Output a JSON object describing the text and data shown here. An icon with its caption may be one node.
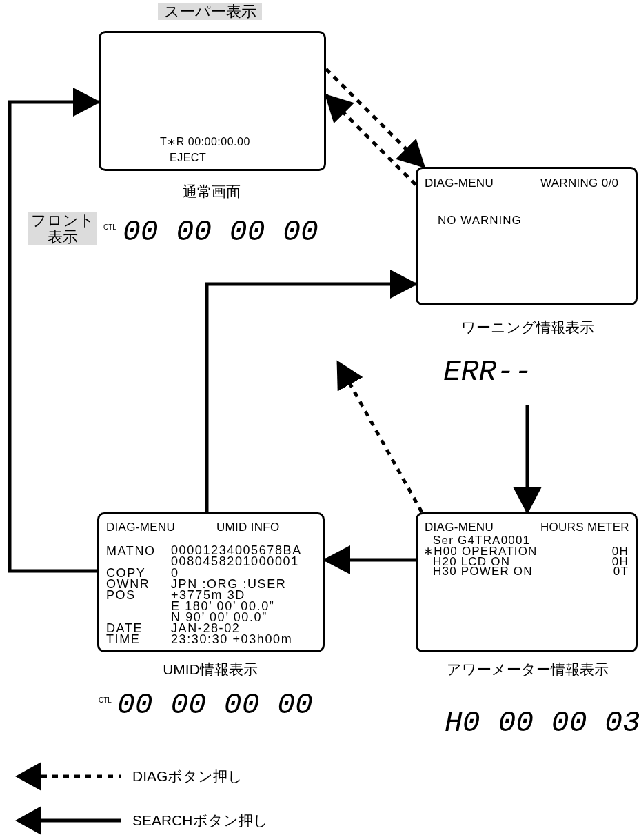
{
  "diagram": {
    "nodes": [
      {
        "text": [
          "T∗R 00:00:00.00",
          "EJECT"
        ],
        "beside": [
          "通常画面"
        ]
      },
      {
        "text": [
          "DIAG-MENU",
          "WARNING 0/0",
          "NO WARNING"
        ],
        "beside": [
          "ワーニング情報表示"
        ]
      },
      {
        "text": [
          "DIAG-MENU",
          "HOURS METER",
          "Ser G4TRA0001",
          "∗H00 OPERATION",
          "0H",
          "H20 LCD ON",
          "0H",
          "H30 POWER ON",
          "0T"
        ],
        "beside": [
          "アワーメーター情報表示"
        ]
      },
      {
        "text": [
          "DIAG-MENU",
          "UMID INFO",
          "MATNO",
          "00001234005678BA 0080458201000001",
          "COPY",
          "0",
          "OWNR",
          "JPN :ORG :USER",
          "POS",
          "+3775m 3D",
          "E 180’ 00’ 00.0”",
          "N 90’ 00’ 00.0”",
          "DATE",
          "JAN-28-02",
          "TIME",
          "23:30:30 +03h00m"
        ],
        "beside": [
          "UMID情報表示"
        ]
      }
    ],
    "edges": [
      {
        "from": 0,
        "to": 1,
        "arrow": "to",
        "style": "dashed"
      },
      {
        "from": 1,
        "to": 0,
        "arrow": "to",
        "style": "dashed"
      },
      {
        "from": null,
        "to": 2,
        "arrow": "to"
      },
      {
        "from": 2,
        "to": null,
        "arrow": "to",
        "style": "dashed"
      },
      {
        "from": 2,
        "to": 3,
        "arrow": "to"
      },
      {
        "from": 3,
        "to": 1,
        "arrow": "to"
      },
      {
        "from": 3,
        "to": 0,
        "arrow": "to"
      }
    ],
    "labels": [
      "スーパー表示",
      "フロント表示",
      "CTL",
      "00 00 00 00",
      "ERR--",
      "CTL",
      "00 00 00 00",
      "H0 00 00 03"
    ],
    "legend": [
      {
        "text": "DIAGボタン押し"
      },
      {
        "text": "SEARCHボタン押し"
      }
    ]
  }
}
